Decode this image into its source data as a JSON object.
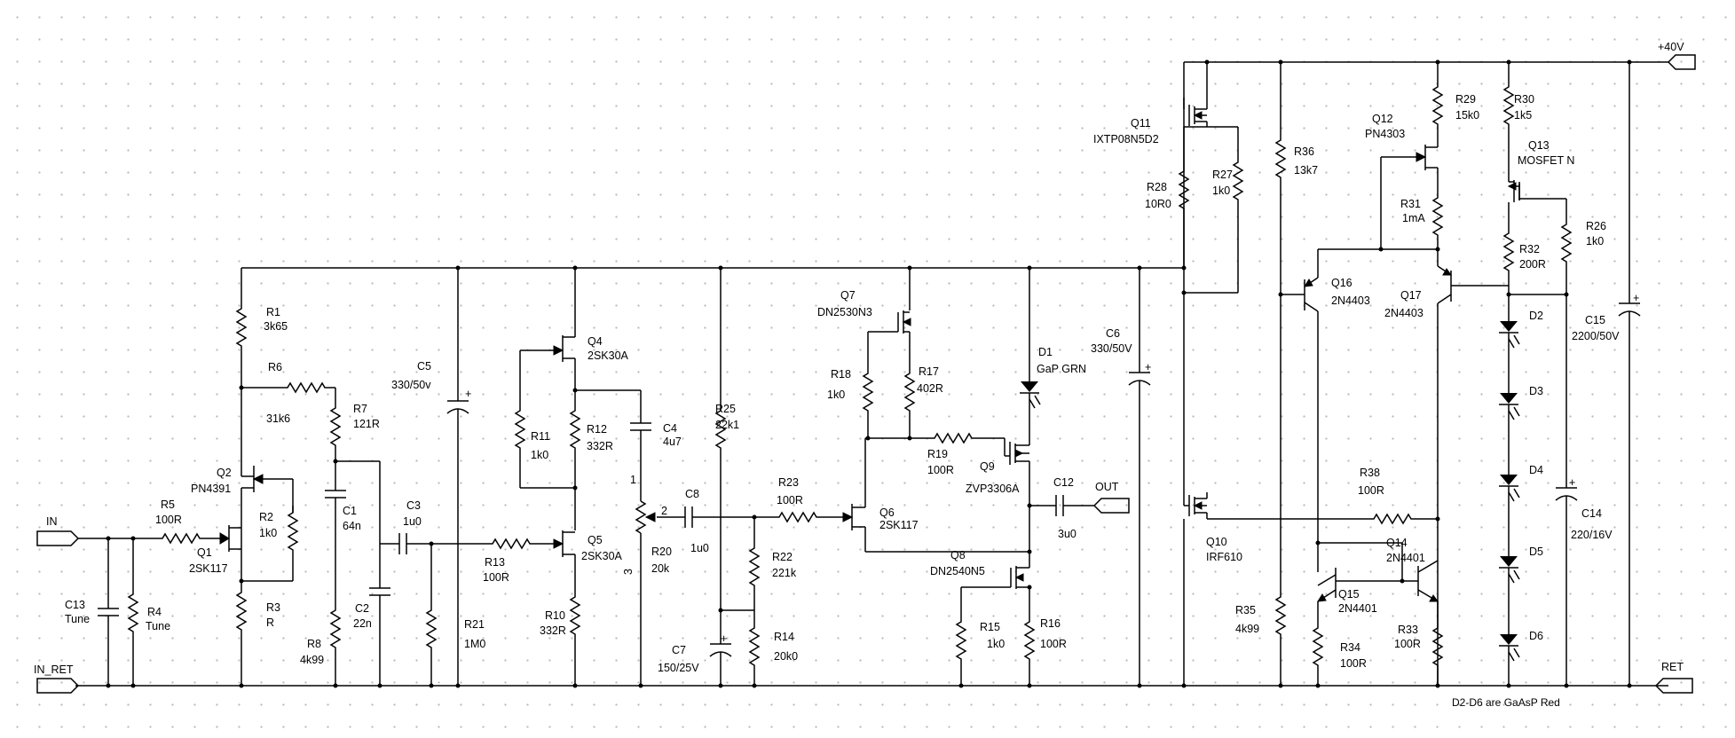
{
  "ports": {
    "in": "IN",
    "in_ret": "IN_RET",
    "out": "OUT",
    "ret": "RET",
    "vplus": "+40V"
  },
  "note": "D2-D6 are GaAsP Red",
  "components": {
    "R1": {
      "ref": "R1",
      "val": "3k65"
    },
    "R2": {
      "ref": "R2",
      "val": "1k0"
    },
    "R3": {
      "ref": "R3",
      "val": "R"
    },
    "R4": {
      "ref": "R4",
      "val": "Tune"
    },
    "R5": {
      "ref": "R5",
      "val": "100R"
    },
    "R6": {
      "ref": "R6",
      "val": "31k6"
    },
    "R7": {
      "ref": "R7",
      "val": "121R"
    },
    "R8": {
      "ref": "R8",
      "val": "4k99"
    },
    "R10": {
      "ref": "R10",
      "val": "332R"
    },
    "R11": {
      "ref": "R11",
      "val": "1k0"
    },
    "R12": {
      "ref": "R12",
      "val": "332R"
    },
    "R13": {
      "ref": "R13",
      "val": "100R"
    },
    "R14": {
      "ref": "R14",
      "val": "20k0"
    },
    "R15": {
      "ref": "R15",
      "val": "1k0"
    },
    "R16": {
      "ref": "R16",
      "val": "100R"
    },
    "R17": {
      "ref": "R17",
      "val": "402R"
    },
    "R18": {
      "ref": "R18",
      "val": "1k0"
    },
    "R19": {
      "ref": "R19",
      "val": "100R"
    },
    "R20": {
      "ref": "R20",
      "val": "20k"
    },
    "R21": {
      "ref": "R21",
      "val": "1M0"
    },
    "R22": {
      "ref": "R22",
      "val": "221k"
    },
    "R23": {
      "ref": "R23",
      "val": "100R"
    },
    "R25": {
      "ref": "R25",
      "val": "22k1"
    },
    "R26": {
      "ref": "R26",
      "val": "1k0"
    },
    "R27": {
      "ref": "R27",
      "val": "1k0"
    },
    "R28": {
      "ref": "R28",
      "val": "10R0"
    },
    "R29": {
      "ref": "R29",
      "val": "15k0"
    },
    "R30": {
      "ref": "R30",
      "val": "1k5"
    },
    "R31": {
      "ref": "R31",
      "val": "1mA"
    },
    "R32": {
      "ref": "R32",
      "val": "200R"
    },
    "R33": {
      "ref": "R33",
      "val": "100R"
    },
    "R34": {
      "ref": "R34",
      "val": "100R"
    },
    "R35": {
      "ref": "R35",
      "val": "4k99"
    },
    "R36": {
      "ref": "R36",
      "val": "13k7"
    },
    "R38": {
      "ref": "R38",
      "val": "100R"
    },
    "C1": {
      "ref": "C1",
      "val": "64n"
    },
    "C2": {
      "ref": "C2",
      "val": "22n"
    },
    "C3": {
      "ref": "C3",
      "val": "1u0"
    },
    "C4": {
      "ref": "C4",
      "val": "4u7"
    },
    "C5": {
      "ref": "C5",
      "val": "330/50v"
    },
    "C6": {
      "ref": "C6",
      "val": "330/50V"
    },
    "C7": {
      "ref": "C7",
      "val": "150/25V"
    },
    "C8": {
      "ref": "C8",
      "val": "1u0"
    },
    "C12": {
      "ref": "C12",
      "val": "3u0"
    },
    "C13": {
      "ref": "C13",
      "val": "Tune"
    },
    "C14": {
      "ref": "C14",
      "val": "220/16V"
    },
    "C15": {
      "ref": "C15",
      "val": "2200/50V"
    },
    "Q1": {
      "ref": "Q1",
      "val": "2SK117"
    },
    "Q2": {
      "ref": "Q2",
      "val": "PN4391"
    },
    "Q4": {
      "ref": "Q4",
      "val": "2SK30A"
    },
    "Q5": {
      "ref": "Q5",
      "val": "2SK30A"
    },
    "Q6": {
      "ref": "Q6",
      "val": "2SK117"
    },
    "Q7": {
      "ref": "Q7",
      "val": "DN2530N3"
    },
    "Q8": {
      "ref": "Q8",
      "val": "DN2540N5"
    },
    "Q9": {
      "ref": "Q9",
      "val": "ZVP3306A"
    },
    "Q10": {
      "ref": "Q10",
      "val": "IRF610"
    },
    "Q11": {
      "ref": "Q11",
      "val": "IXTP08N5D2"
    },
    "Q12": {
      "ref": "Q12",
      "val": "PN4303"
    },
    "Q13": {
      "ref": "Q13",
      "val": "MOSFET N"
    },
    "Q14": {
      "ref": "Q14",
      "val": "2N4401"
    },
    "Q15": {
      "ref": "Q15",
      "val": "2N4401"
    },
    "Q16": {
      "ref": "Q16",
      "val": "2N4403"
    },
    "Q17": {
      "ref": "Q17",
      "val": "2N4403"
    },
    "D1": {
      "ref": "D1",
      "val": "GaP GRN"
    },
    "D2": {
      "ref": "D2"
    },
    "D3": {
      "ref": "D3"
    },
    "D4": {
      "ref": "D4"
    },
    "D5": {
      "ref": "D5"
    },
    "D6": {
      "ref": "D6"
    }
  },
  "pot_pins": {
    "p1": "1",
    "p2": "2",
    "p3": "3"
  }
}
